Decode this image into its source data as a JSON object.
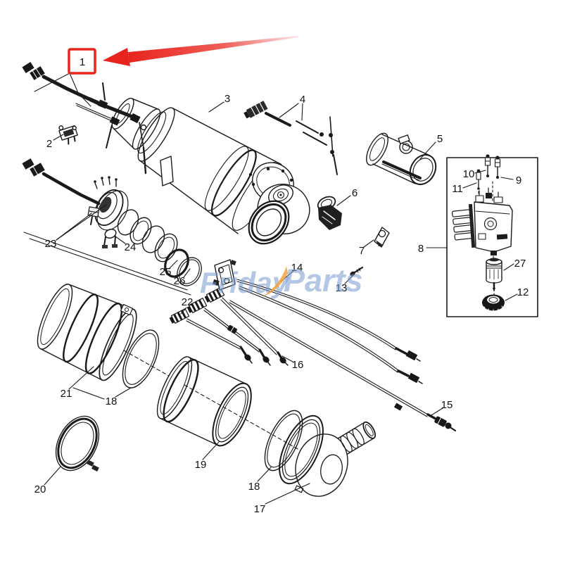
{
  "diagram": {
    "kind": "exploded-parts-diagram",
    "subject": "Diesel exhaust aftertreatment system exploded view"
  },
  "highlight": {
    "type": "box-and-arrow",
    "target_label": "1",
    "color": "#E8251D"
  },
  "watermark": {
    "left": "Friday",
    "right": "Parts",
    "text_color": "#7C9CD0",
    "slash_color": "#F2A13C"
  },
  "colors": {
    "line": "#1A1A1A",
    "background": "#FFFFFF",
    "highlight_red": "#E8251D"
  },
  "labels": {
    "l1": "1",
    "l2": "2",
    "l3": "3",
    "l4": "4",
    "l5": "5",
    "l6": "6",
    "l7": "7",
    "l8": "8",
    "l9": "9",
    "l10": "10",
    "l11": "11",
    "l12": "12",
    "l13": "13",
    "l14": "14",
    "l15": "15",
    "l16": "16",
    "l17": "17",
    "l18": "18",
    "l19": "19",
    "l20": "20",
    "l21": "21",
    "l22": "22",
    "l23": "23",
    "l24": "24",
    "l25": "25",
    "l26": "26",
    "l27": "27"
  }
}
